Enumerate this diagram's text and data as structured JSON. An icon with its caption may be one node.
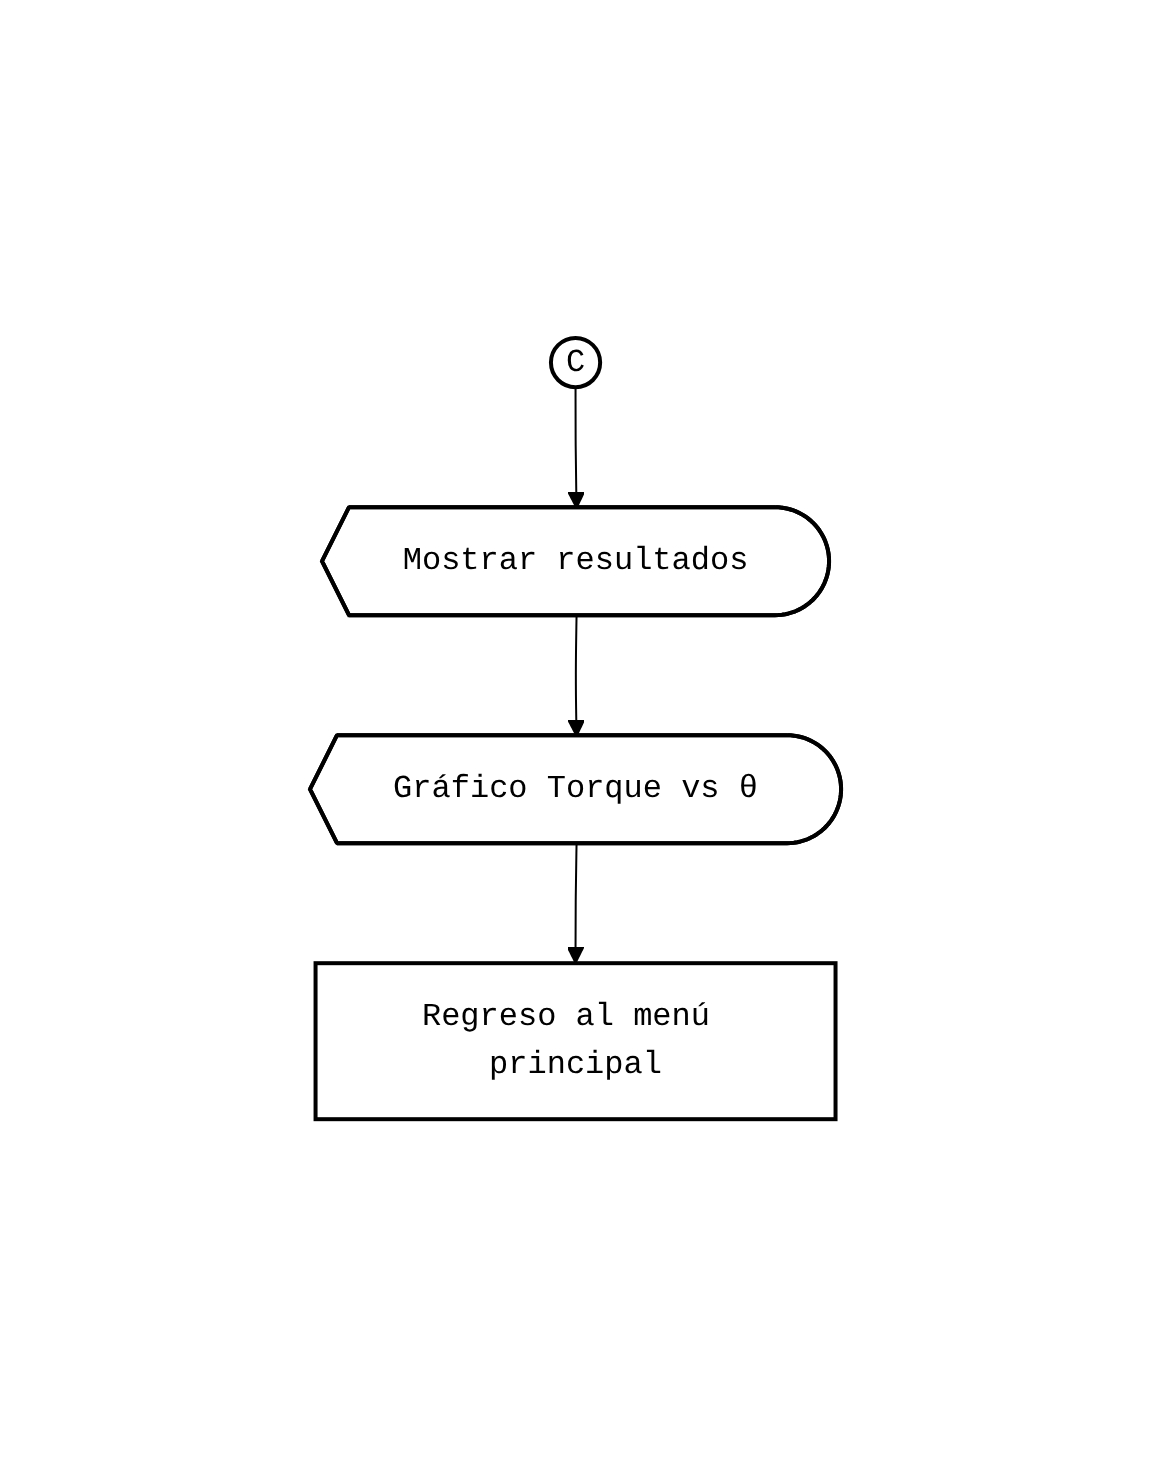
{
  "diagram": {
    "nodes": [
      {
        "text": [
          "C"
        ]
      },
      {
        "text": [
          "Mostrar resultados"
        ]
      },
      {
        "text": [
          "Gráfico Torque vs θ"
        ]
      },
      {
        "text": [
          "Regreso al menú principal"
        ]
      }
    ],
    "edges": [
      {
        "from": 0,
        "to": 1,
        "arrow": "to"
      },
      {
        "from": 1,
        "to": 2,
        "arrow": "to"
      },
      {
        "from": 2,
        "to": 3,
        "arrow": "to"
      }
    ]
  }
}
